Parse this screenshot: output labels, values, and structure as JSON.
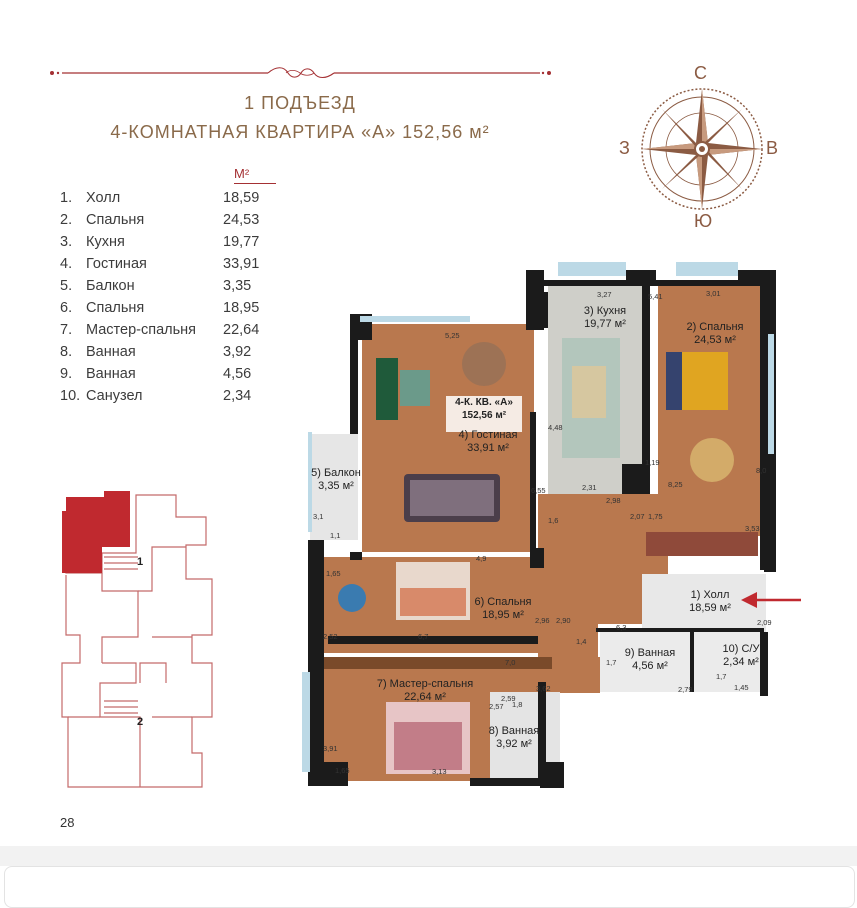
{
  "header": {
    "entrance": "1 ПОДЪЕЗД",
    "apartment_title": "4-КОМНАТНАЯ КВАРТИРА «А» 152,56 м²"
  },
  "compass": {
    "north": "С",
    "south": "Ю",
    "west": "З",
    "east": "В"
  },
  "room_list": {
    "unit_label": "М²",
    "items": [
      {
        "num": "1.",
        "name": "Холл",
        "area": "18,59"
      },
      {
        "num": "2.",
        "name": "Спальня",
        "area": "24,53"
      },
      {
        "num": "3.",
        "name": "Кухня",
        "area": "19,77"
      },
      {
        "num": "4.",
        "name": "Гостиная",
        "area": "33,91"
      },
      {
        "num": "5.",
        "name": "Балкон",
        "area": "3,35"
      },
      {
        "num": "6.",
        "name": "Спальня",
        "area": "18,95"
      },
      {
        "num": "7.",
        "name": "Мастер-спальня",
        "area": "22,64"
      },
      {
        "num": "8.",
        "name": "Ванная",
        "area": "3,92"
      },
      {
        "num": "9.",
        "name": "Ванная",
        "area": "4,56"
      },
      {
        "num": "10.",
        "name": "Санузел",
        "area": "2,34"
      }
    ]
  },
  "plan": {
    "badge_title": "4-К. КВ. «А»",
    "badge_area": "152,56 м²",
    "rooms": {
      "hall": {
        "name": "1) Холл",
        "area": "18,59 м²"
      },
      "bedroom2": {
        "name": "2) Спальня",
        "area": "24,53 м²"
      },
      "kitchen": {
        "name": "3) Кухня",
        "area": "19,77 м²"
      },
      "living": {
        "name": "4) Гостиная",
        "area": "33,91 м²"
      },
      "balcony": {
        "name": "5) Балкон",
        "area": "3,35 м²"
      },
      "bedroom6": {
        "name": "6) Спальня",
        "area": "18,95 м²"
      },
      "master": {
        "name": "7) Мастер-спальня",
        "area": "22,64 м²"
      },
      "bath8": {
        "name": "8) Ванная",
        "area": "3,92 м²"
      },
      "bath9": {
        "name": "9) Ванная",
        "area": "4,56 м²"
      },
      "wc10": {
        "name": "10) С/У",
        "area": "2,34 м²"
      }
    },
    "dims": {
      "d1": "5,25",
      "d2": "3,27",
      "d3": "5,41",
      "d4": "3,01",
      "d5": "4,48",
      "d6": "1,19",
      "d7": "2,31",
      "d8": "2,98",
      "d9": "6,55",
      "d10": "8,25",
      "d11": "8,0",
      "d12": "3,53",
      "d13": "2,07",
      "d14": "1,75",
      "d15": "1,6",
      "d16": "3,1",
      "d17": "1,1",
      "d18": "4,9",
      "d19": "1,65",
      "d20": "2,52",
      "d21": "6,7",
      "d22": "2,96",
      "d23": "2,90",
      "d24": "6,3",
      "d25": "1,4",
      "d26": "2,09",
      "d27": "1,7",
      "d28": "1,7",
      "d29": "2,79",
      "d30": "1,45",
      "d31": "7,0",
      "d32": "3,62",
      "d33": "2,59",
      "d34": "1,8",
      "d35": "2,57",
      "d36": "3,91",
      "d37": "1,65",
      "d38": "3,13"
    }
  },
  "keyplan": {
    "entrance1": "1",
    "entrance2": "2"
  },
  "page_number": "28",
  "colors": {
    "accent": "#a43033",
    "title": "#8a6a4a",
    "compass": "#8b5b43",
    "floor": "#b5744a",
    "wall": "#1b1b1b"
  }
}
